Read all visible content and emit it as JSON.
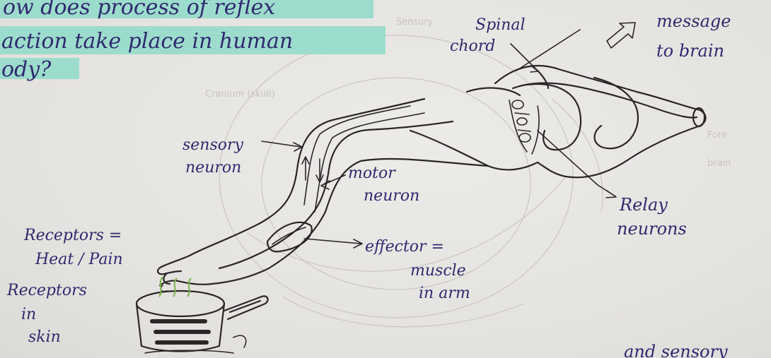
{
  "question": {
    "line1": "ow does process of reflex",
    "line2": "action take place in human",
    "line3": "ody?"
  },
  "labels": {
    "spinal_cord": [
      "Spinal",
      "chord"
    ],
    "message_to_brain": [
      "message",
      "to brain"
    ],
    "sensory_neuron": [
      "sensory",
      "neuron"
    ],
    "motor_neuron": [
      "motor",
      "neuron"
    ],
    "relay_neurons": [
      "Relay",
      "neurons"
    ],
    "receptors": [
      "Receptors =",
      "Heat / Pain",
      "Receptors",
      "in",
      "skin"
    ],
    "effector": [
      "effector =",
      "muscle",
      "in arm"
    ]
  },
  "bottom_partial": "and sensory",
  "colors": {
    "highlight": "#7fd6c2",
    "ink_blue": "#2f2a6e",
    "pencil": "#2a2628"
  }
}
